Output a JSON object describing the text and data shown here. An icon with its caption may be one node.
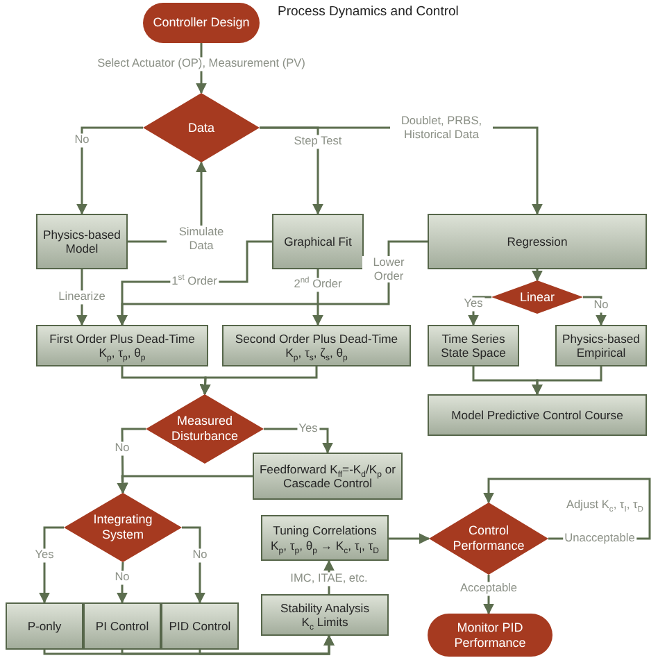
{
  "diagram": {
    "title": "Process Dynamics and Control",
    "nodes": [
      {
        "text": [
          "Controller Design"
        ]
      },
      {
        "text": [
          "Data"
        ]
      },
      {
        "text": [
          "Physics-based Model"
        ]
      },
      {
        "text": [
          "Graphical Fit"
        ]
      },
      {
        "text": [
          "Regression"
        ]
      },
      {
        "text": [
          "Linear"
        ]
      },
      {
        "text": [
          "First Order Plus Dead-Time",
          "K$_{p}$, τ$_{p}$, θ$_{p}$"
        ]
      },
      {
        "text": [
          "Second Order Plus Dead-Time",
          "K$_{p}$, τ$_{s}$, ζ$_{s}$, θ$_{p}$"
        ]
      },
      {
        "text": [
          "Time Series State Space"
        ]
      },
      {
        "text": [
          "Physics-based Empirical"
        ]
      },
      {
        "text": [
          "Model Predictive Control Course"
        ]
      },
      {
        "text": [
          "Measured Disturbance"
        ]
      },
      {
        "text": [
          "Feedforward K$_{ff}$=-K$_{d}$/K$_{p}$ or Cascade Control"
        ]
      },
      {
        "text": [
          "Integrating System"
        ]
      },
      {
        "text": [
          "P-only"
        ]
      },
      {
        "text": [
          "PI Control"
        ]
      },
      {
        "text": [
          "PID Control"
        ]
      },
      {
        "text": [
          "Tuning Correlations",
          "K$_{p}$, τ$_{p}$, θ$_{p}$ → K$_{c}$, τ$_{I}$, τ$_{D}$"
        ]
      },
      {
        "text": [
          "Stability Analysis",
          "K$_{c}$ Limits"
        ]
      },
      {
        "text": [
          "Control Performance"
        ]
      },
      {
        "text": [
          "Monitor PID Performance"
        ]
      }
    ],
    "edges": [
      {
        "from": 0,
        "to": 1,
        "arrow": "to",
        "label": "Select Actuator (OP), Measurement (PV)"
      },
      {
        "from": 1,
        "to": 2,
        "arrow": "to",
        "label": "No"
      },
      {
        "from": 1,
        "to": 3,
        "arrow": "to",
        "label": "Step Test"
      },
      {
        "from": 1,
        "to": 4,
        "arrow": "to",
        "label": "Doublet, PRBS, Historical Data"
      },
      {
        "from": 2,
        "to": 1,
        "arrow": "to",
        "label": "Simulate Data"
      },
      {
        "from": 2,
        "to": 6,
        "arrow": "to",
        "label": "Linearize"
      },
      {
        "from": 3,
        "to": 6,
        "arrow": "to",
        "label": "1$^{st}$ Order"
      },
      {
        "from": 3,
        "to": 7,
        "arrow": "to",
        "label": "2$^{nd}$ Order"
      },
      {
        "from": 4,
        "to": 6,
        "arrow": "to",
        "label": "Lower Order"
      },
      {
        "from": 4,
        "to": 5,
        "arrow": "to"
      },
      {
        "from": 5,
        "to": 8,
        "arrow": "to",
        "label": "Yes"
      },
      {
        "from": 5,
        "to": 9,
        "arrow": "to",
        "label": "No"
      },
      {
        "from": 8,
        "to": 10,
        "arrow": "to"
      },
      {
        "from": 9,
        "to": 10,
        "arrow": "to"
      },
      {
        "from": 6,
        "to": 11,
        "arrow": "to"
      },
      {
        "from": 7,
        "to": 11,
        "arrow": "to"
      },
      {
        "from": 11,
        "to": 12,
        "arrow": "to",
        "label": "Yes"
      },
      {
        "from": 11,
        "to": 13,
        "arrow": "to",
        "label": "No"
      },
      {
        "from": 12,
        "to": 13,
        "arrow": "to"
      },
      {
        "from": 13,
        "to": 14,
        "arrow": "to",
        "label": "Yes"
      },
      {
        "from": 13,
        "to": 15,
        "arrow": "to",
        "label": "No"
      },
      {
        "from": 13,
        "to": 16,
        "arrow": "to",
        "label": "No"
      },
      {
        "from": 14,
        "to": 18,
        "arrow": "to"
      },
      {
        "from": 15,
        "to": 18,
        "arrow": "to"
      },
      {
        "from": 16,
        "to": 18,
        "arrow": "to"
      },
      {
        "from": 18,
        "to": 17,
        "arrow": "to",
        "label": "IMC, ITAE, etc."
      },
      {
        "from": 17,
        "to": 19,
        "arrow": "to"
      },
      {
        "from": 19,
        "to": 20,
        "arrow": "to",
        "label": "Acceptable"
      },
      {
        "from": 19,
        "to": 19,
        "arrow": "to",
        "label": "Unacceptable"
      }
    ],
    "labels": [
      "Adjust K$_{c}$, τ$_{I}$, τ$_{D}$"
    ]
  }
}
